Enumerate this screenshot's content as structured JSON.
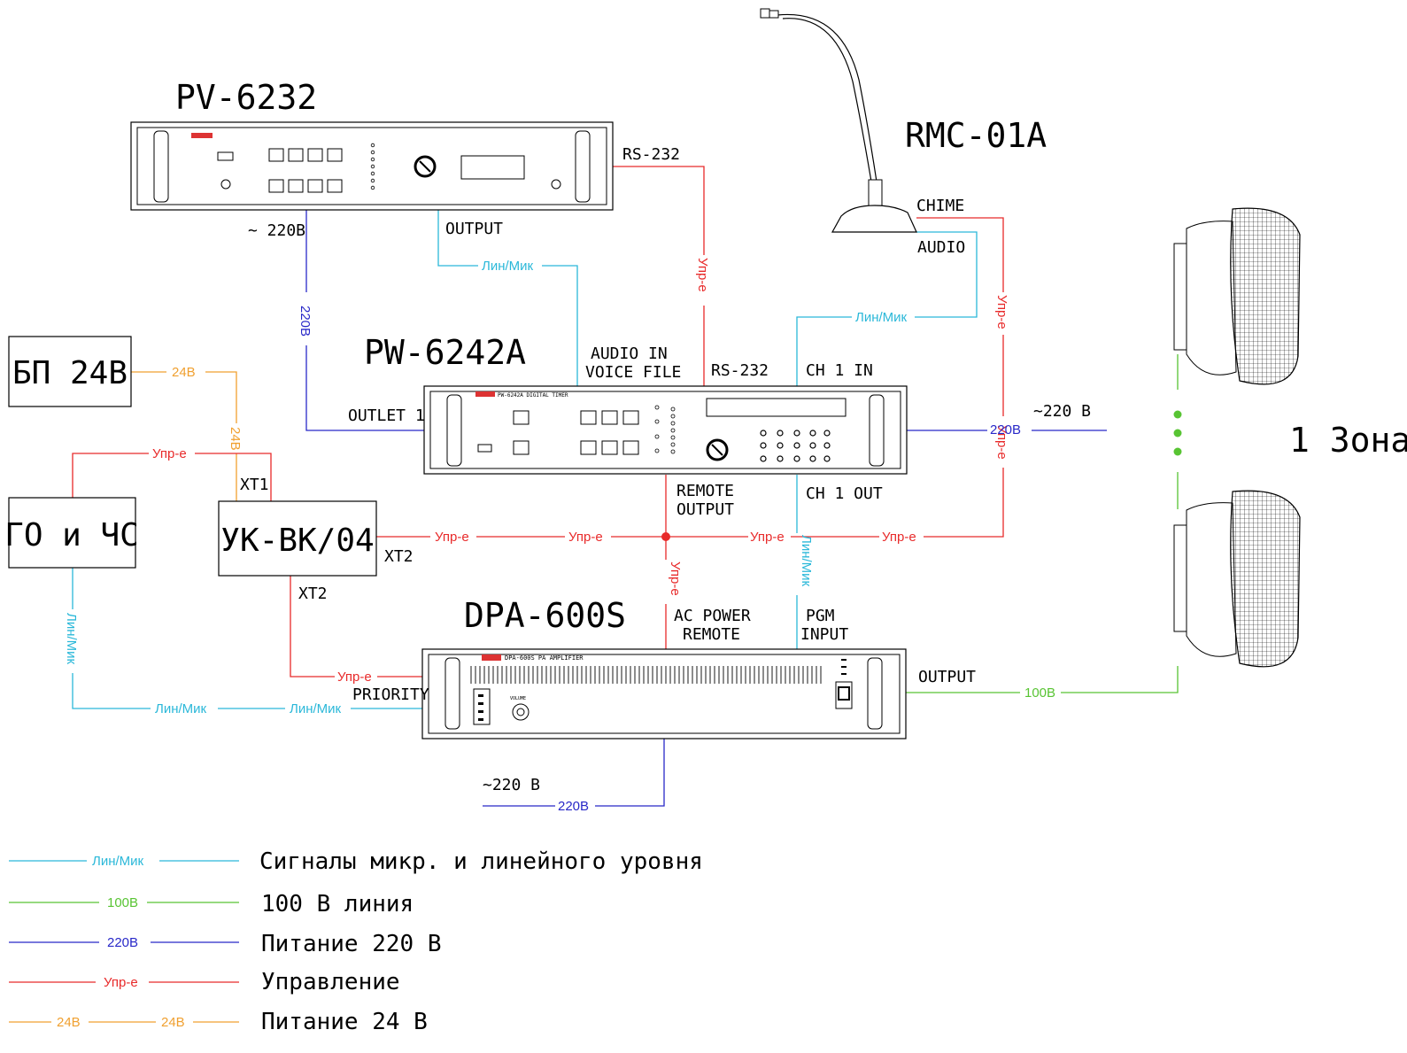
{
  "devices": {
    "pv6232": "PV-6232",
    "pw6242a": "PW-6242A",
    "dpa600s": "DPA-600S",
    "rmc01a": "RMC-01A",
    "bp24": "БП 24В",
    "go_chs": "ГО и ЧС",
    "uk_vk04": "УК-ВК/04",
    "zone": "1 Зона"
  },
  "ports": {
    "pv_power": "~ 220В",
    "pv_output": "OUTPUT",
    "pv_rs232": "RS-232",
    "pw_audio_in": "AUDIO IN",
    "pw_voice_file": "VOICE FILE",
    "pw_rs232": "RS-232",
    "pw_ch1_in": "CH 1 IN",
    "pw_outlet1": "OUTLET 1",
    "pw_remote_1": "REMOTE",
    "pw_remote_2": "OUTPUT",
    "pw_ch1_out": "CH 1 OUT",
    "pw_power": "~220 В",
    "rmc_chime": "CHIME",
    "rmc_audio": "AUDIO",
    "uk_xt1": "XT1",
    "uk_xt2_right": "XT2",
    "uk_xt2_bottom": "XT2",
    "dpa_ac_1": "AC POWER",
    "dpa_ac_2": "REMOTE",
    "dpa_pgm_1": "PGM",
    "dpa_pgm_2": "INPUT",
    "dpa_priority": "PRIORITY",
    "dpa_output": "OUTPUT",
    "dpa_power": "~220 В"
  },
  "panel_text": {
    "pw_model": "PW-6242A DIGITAL TIMER",
    "dpa_model": "DPA-600S PA AMPLIFIER",
    "dpa_volume": "VOLUME"
  },
  "wire_labels": {
    "lin_mic": "Лин/Мик",
    "upr": "Упр-е",
    "v220": "220В",
    "v24": "24В",
    "v100": "100В"
  },
  "legend": [
    {
      "kind": "cyan",
      "label": "Лин/Мик",
      "text": "Сигналы микр. и линейного уровня"
    },
    {
      "kind": "green",
      "label": "100В",
      "text": "100 В линия"
    },
    {
      "kind": "blue",
      "label": "220В",
      "text": "Питание 220 В"
    },
    {
      "kind": "red",
      "label": "Упр-е",
      "text": "Управление"
    },
    {
      "kind": "orange",
      "label": "24В",
      "label2": "24В",
      "text": "Питание 24 В"
    }
  ],
  "colors": {
    "line_mic": "#2bb8d9",
    "line_100v": "#58c433",
    "power_220": "#2828c8",
    "control": "#e82a2a",
    "power_24": "#f0a030"
  }
}
